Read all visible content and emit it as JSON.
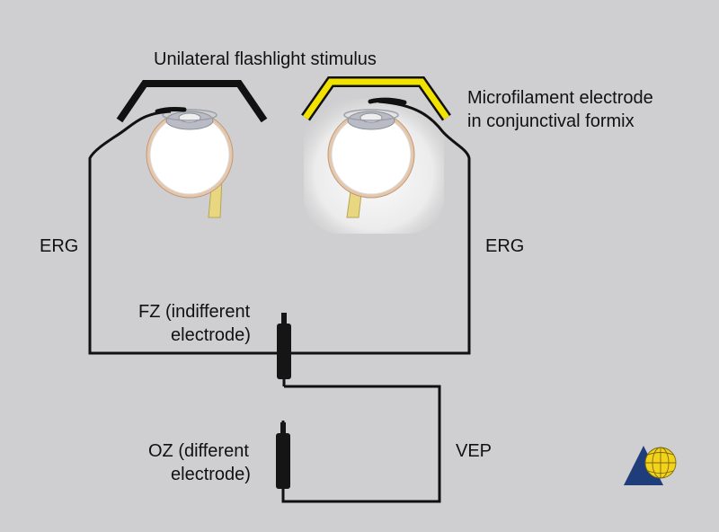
{
  "diagram": {
    "stimulus_label": "Unilateral flashlight stimulus",
    "electrode_label": {
      "line1": "Microfilament electrode",
      "line2": "in conjunctival formix"
    },
    "erg_left": "ERG",
    "erg_right": "ERG",
    "fz_label": {
      "line1": "FZ (indifferent",
      "line2": "electrode)"
    },
    "oz_label": {
      "line1": "OZ (different",
      "line2": "electrode)"
    },
    "vep_label": "VEP"
  },
  "colors": {
    "background": "#cfcfd1",
    "wire": "#111111",
    "stimulus_active": "#f2e200",
    "glow": "#f4f4f4",
    "retina": "#e8c7a8",
    "optic_nerve": "#e8d780",
    "logo_triangle": "#1f3d7a",
    "logo_globe": "#f2d21a"
  },
  "icons": {
    "logo": "triangle-globe-logo"
  }
}
